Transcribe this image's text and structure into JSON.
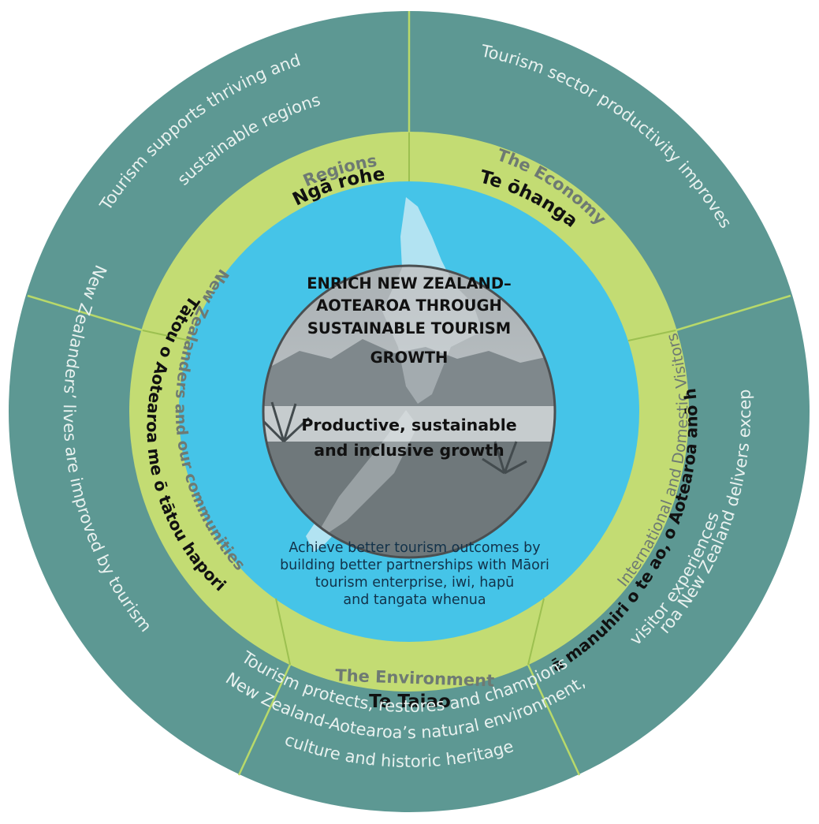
{
  "colors": {
    "outer_ring": "#5d9893",
    "middle_ring": "#c3dc73",
    "inner_ring": "#45c4e8",
    "divider": "#b8d96a",
    "center_bg": "#9ea4a6"
  },
  "center": {
    "title_lines": [
      "ENRICH NEW ZEALAND–",
      "AOTEAROA THROUGH",
      "SUSTAINABLE TOURISM",
      "GROWTH"
    ],
    "subtitle_lines": [
      "Productive, sustainable",
      "and inclusive growth"
    ]
  },
  "partnership_lines": [
    "Achieve better tourism outcomes by",
    "building better partnerships with Māori",
    "tourism enterprise, iwi, hapū",
    "and tangata whenua"
  ],
  "segments": {
    "regions": {
      "english": "Regions",
      "maori": "Ngā rohe",
      "outcome_lines": [
        "Tourism supports thriving and",
        "sustainable regions"
      ]
    },
    "economy": {
      "english": "The Economy",
      "maori": "Te ōhanga",
      "outcome_lines": [
        "Tourism sector productivity improves"
      ]
    },
    "visitors": {
      "english": "International and Domestic Visitors",
      "maori": "Ngā manuhiri o te ao, o Aotearoa anō hoki",
      "outcome_lines": [
        "Aotearoa New Zealand delivers exceptional",
        "visitor experiences"
      ]
    },
    "environment": {
      "english": "The Environment",
      "maori": "Te Taiao",
      "outcome_lines": [
        "Tourism protects, restores and champions",
        "New Zealand-Aotearoa’s natural environment,",
        "culture and historic heritage"
      ]
    },
    "communities": {
      "english": "New Zealanders and our communities",
      "maori": "Tātou o Aotearoa me ō tātou hapori",
      "outcome_lines": [
        "New Zealanders’ lives are improved  by tourism"
      ]
    }
  }
}
